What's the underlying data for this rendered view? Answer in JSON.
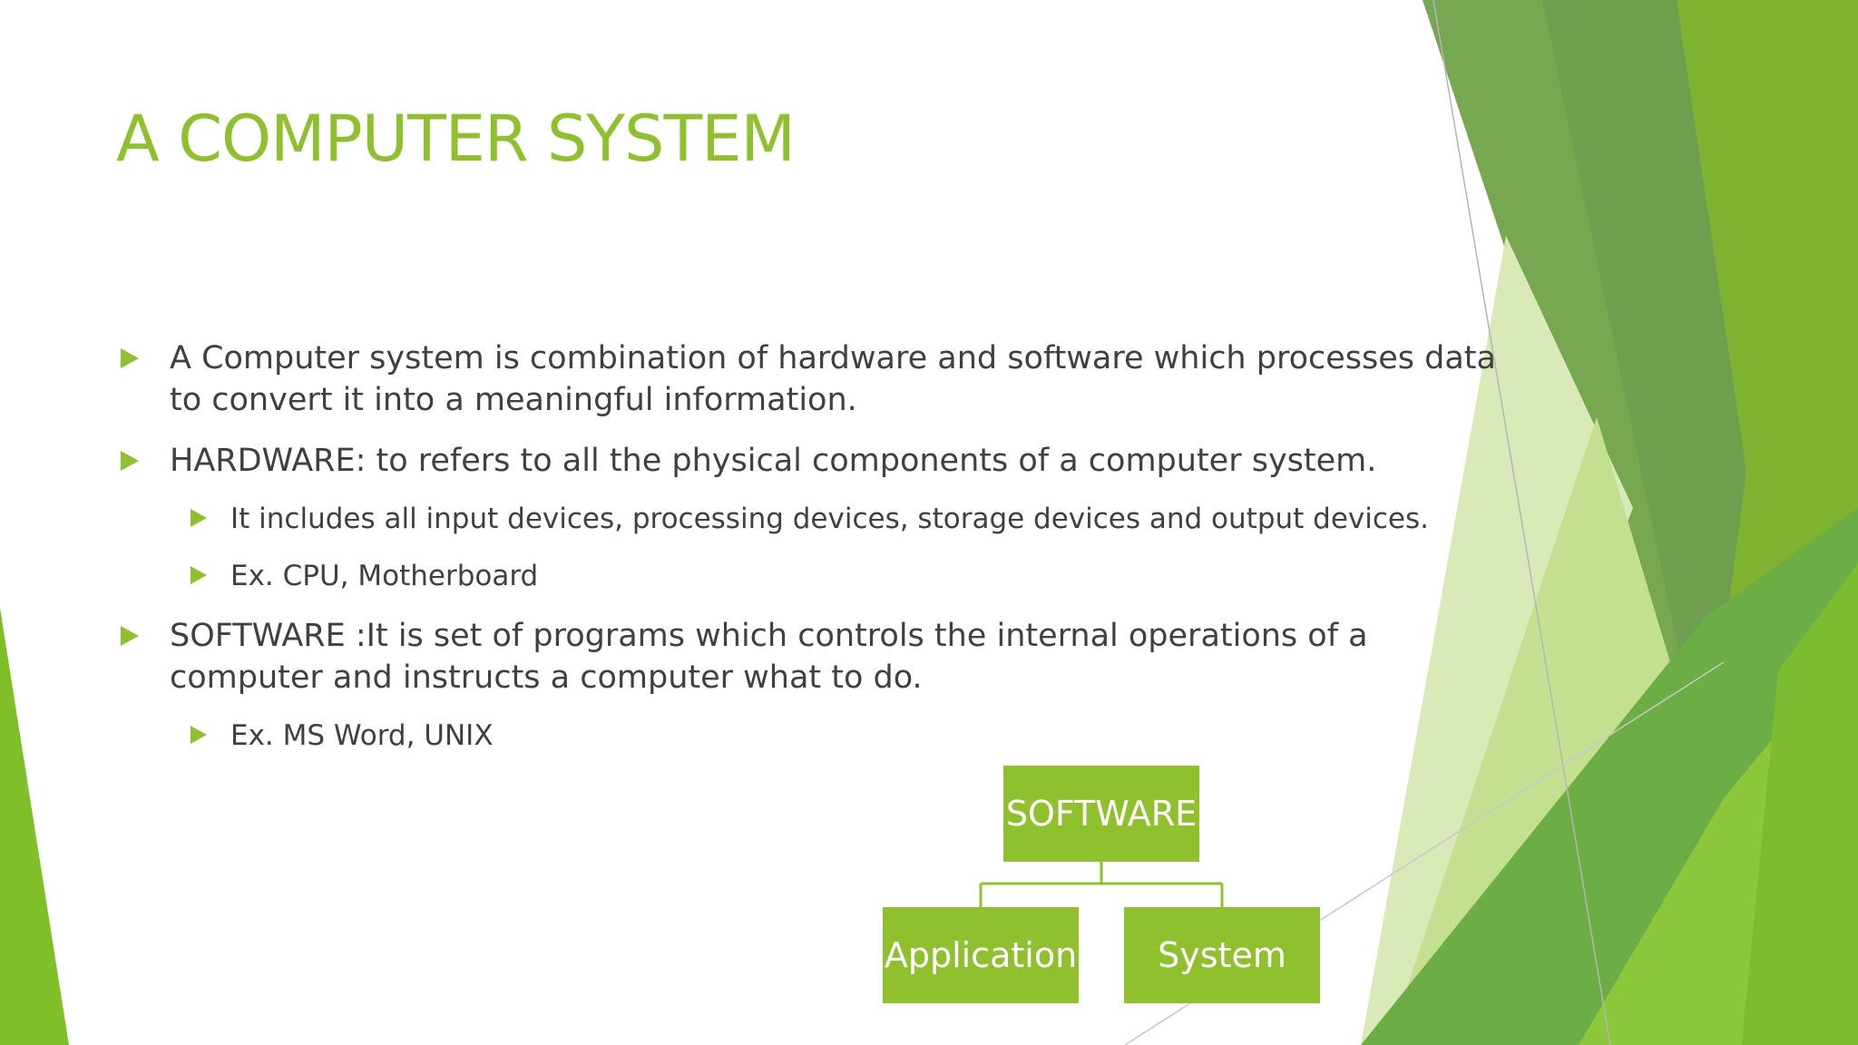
{
  "slide": {
    "title": "A COMPUTER SYSTEM",
    "bullets": [
      {
        "line1": "A Computer system is combination of hardware and software which processes data",
        "line2": "to convert it into a meaningful information."
      },
      {
        "line1": "HARDWARE: to refers to all the physical components of a computer system."
      },
      {
        "line1": "It includes all input devices, processing devices, storage devices and output devices."
      },
      {
        "line1": "Ex. CPU, Motherboard"
      },
      {
        "line1": "SOFTWARE :It is set of programs which controls the internal operations of a",
        "line2": "computer and instructs a computer what to do."
      },
      {
        "line1": "Ex. MS Word, UNIX"
      }
    ]
  },
  "diagram": {
    "root": "SOFTWARE",
    "children": [
      "Application",
      "System"
    ]
  },
  "colors": {
    "accent": "#8fc12f",
    "text": "#404040",
    "box_text": "#ffffff"
  }
}
